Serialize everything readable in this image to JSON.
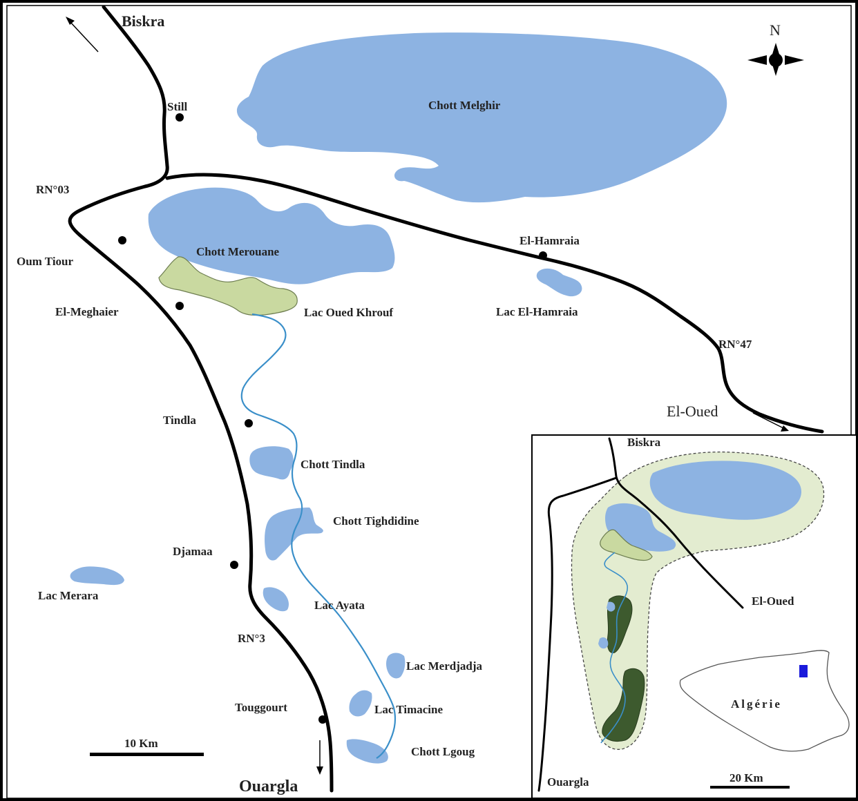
{
  "main_map": {
    "north_label": "N",
    "scale_label": "10 Km",
    "roads": {
      "rn03": "RN°03",
      "rn3": "RN°3",
      "rn47": "RN°47"
    },
    "destinations": {
      "biskra": "Biskra",
      "el_oued": "El-Oued",
      "ouargla": "Ouargla"
    },
    "towns": {
      "still": "Still",
      "oum_tiour": "Oum Tiour",
      "el_meghaier": "El-Meghaier",
      "el_hamraia": "El-Hamraia",
      "tindla": "Tindla",
      "djamaa": "Djamaa",
      "touggourt": "Touggourt"
    },
    "water_bodies": {
      "chott_melghir": "Chott Melghir",
      "chott_merouane": "Chott Merouane",
      "lac_oued_khrouf": "Lac Oued Khrouf",
      "lac_el_hamraia": "Lac El-Hamraia",
      "chott_tindla": "Chott Tindla",
      "chott_tighdidine": "Chott Tighdidine",
      "lac_merara": "Lac Merara",
      "lac_ayata": "Lac Ayata",
      "lac_merdjadja": "Lac Merdjadja",
      "lac_timacine": "Lac Timacine",
      "chott_lgoug": "Chott Lgoug"
    }
  },
  "inset_map": {
    "biskra": "Biskra",
    "el_oued": "El-Oued",
    "ouargla": "Ouargla",
    "country": "Algérie",
    "scale_label": "20 Km"
  },
  "colors": {
    "water": "#8db3e2",
    "wetland": "#c9d9a0",
    "dark_wetland": "#3d5a2e",
    "river": "#3a8fc9",
    "road": "#000000",
    "locator": "#1a1adb"
  }
}
